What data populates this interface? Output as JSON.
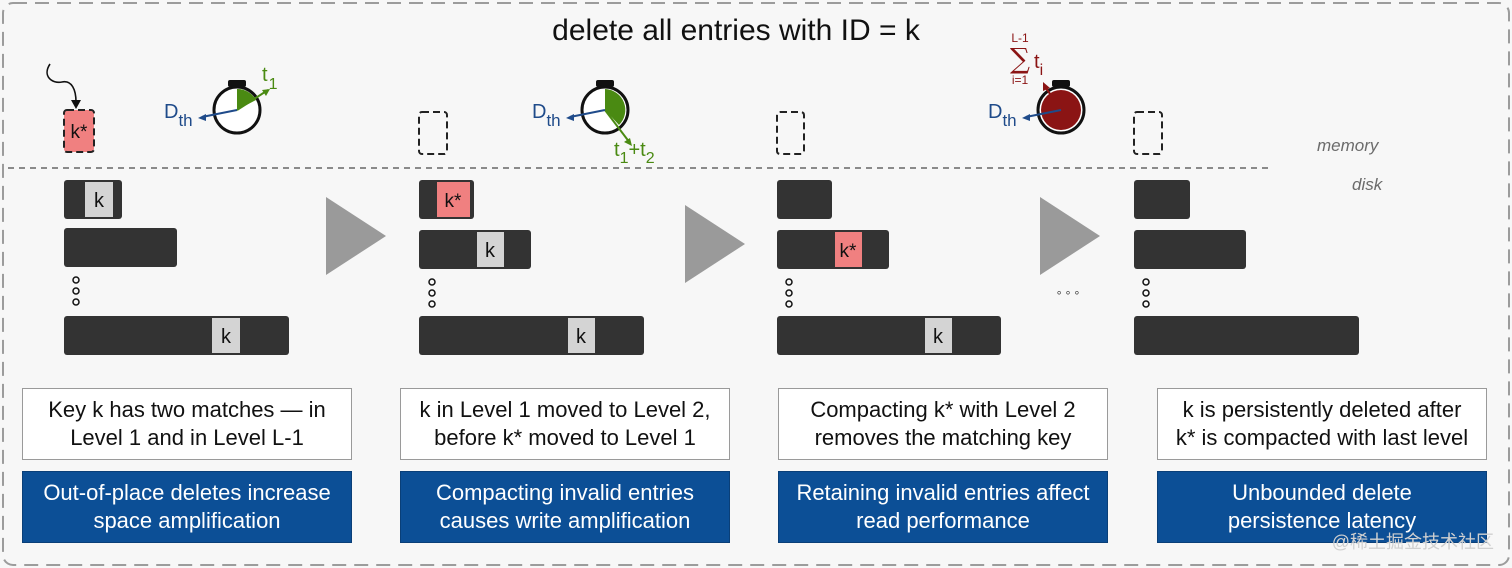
{
  "title": "delete all entries with ID = k",
  "labels": {
    "memory": "memory",
    "disk": "disk"
  },
  "symbols": {
    "k": "k",
    "kstar": "k*",
    "d": "D",
    "th": "th",
    "t": "t",
    "sub1": "1",
    "plus": "+",
    "sub2": "2",
    "sum_upper": "L-1",
    "sum_lower": "i=1",
    "sigma": "∑",
    "sub_i": "i",
    "ellipsis": "◦ ◦ ◦"
  },
  "panels": [
    {
      "caption": [
        "Key k has two matches  — in",
        "Level 1 and in Level L-1"
      ],
      "banner": [
        "Out-of-place deletes increase",
        "space amplification"
      ]
    },
    {
      "caption": [
        "k in Level 1 moved to Level 2,",
        "before k* moved to Level 1"
      ],
      "banner": [
        "Compacting invalid entries",
        "causes write amplification"
      ]
    },
    {
      "caption": [
        "Compacting k* with Level 2",
        "removes the matching key"
      ],
      "banner": [
        "Retaining invalid entries affect",
        "read performance"
      ]
    },
    {
      "caption": [
        "k is persistently deleted after",
        "k* is compacted with last level"
      ],
      "banner": [
        "Unbounded delete",
        "persistence latency"
      ]
    }
  ],
  "watermark": "@稀土掘金技术社区",
  "colors": {
    "run": "#333333",
    "key": "#d4d4d4",
    "tombstone": "#f08080",
    "banner": "#0c4f96",
    "green": "#4a8a12",
    "red": "#8b1414",
    "blue": "#1f4b8a",
    "arrow": "#9a9a9a"
  }
}
